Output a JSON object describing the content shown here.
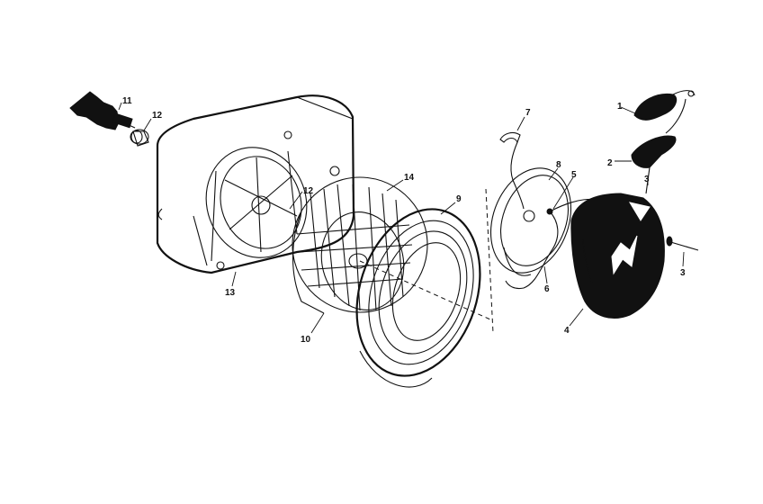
{
  "parts": [
    {
      "id": "1",
      "label": "1",
      "name": "starter-handle"
    },
    {
      "id": "2",
      "label": "2",
      "name": "handle-insert"
    },
    {
      "id": "3",
      "label": "3",
      "name": "screw"
    },
    {
      "id": "3b",
      "label": "3",
      "name": "screw-upper"
    },
    {
      "id": "4",
      "label": "4",
      "name": "starter-housing"
    },
    {
      "id": "5",
      "label": "5",
      "name": "rope-guide"
    },
    {
      "id": "6",
      "label": "6",
      "name": "starter-rope"
    },
    {
      "id": "7",
      "label": "7",
      "name": "rope-end-clip"
    },
    {
      "id": "8",
      "label": "8",
      "name": "recoil-spring-cover"
    },
    {
      "id": "9",
      "label": "9",
      "name": "rope-pulley"
    },
    {
      "id": "10",
      "label": "10",
      "name": "pulley-hub"
    },
    {
      "id": "11",
      "label": "11",
      "name": "tool-bolt"
    },
    {
      "id": "12",
      "label": "12",
      "name": "bushing"
    },
    {
      "id": "12b",
      "label": "12",
      "name": "bushing-inner"
    },
    {
      "id": "13",
      "label": "13",
      "name": "blower-housing"
    },
    {
      "id": "14",
      "label": "14",
      "name": "flywheel"
    }
  ],
  "colors": {
    "ink": "#111111",
    "paper": "#ffffff"
  }
}
